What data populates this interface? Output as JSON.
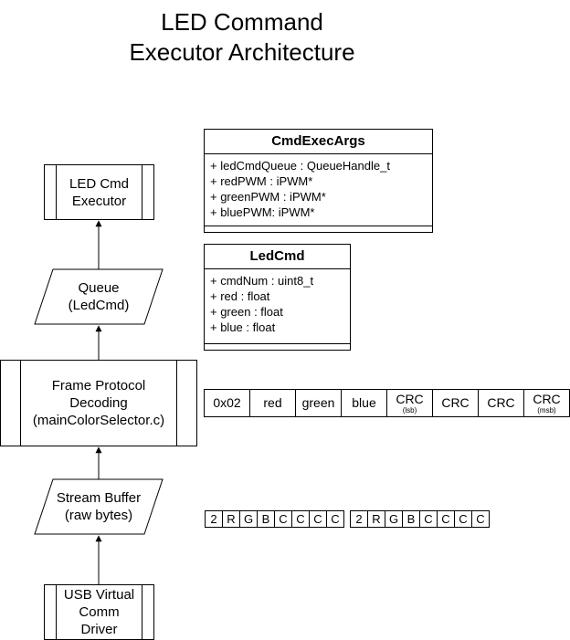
{
  "title": {
    "line1": "LED Command",
    "line2": "Executor Architecture"
  },
  "nodes": {
    "led_executor": {
      "line1": "LED Cmd",
      "line2": "Executor"
    },
    "queue": {
      "line1": "Queue",
      "line2": "(LedCmd)"
    },
    "frame_decoding": {
      "line1": "Frame Protocol",
      "line2": "Decoding",
      "line3": "(mainColorSelector.c)"
    },
    "stream_buffer": {
      "line1": "Stream Buffer",
      "line2": "(raw bytes)"
    },
    "usb_driver": {
      "line1": "USB Virtual",
      "line2": "Comm",
      "line3": "Driver"
    }
  },
  "classes": {
    "cmd_exec_args": {
      "name": "CmdExecArgs",
      "attributes": [
        "+ ledCmdQueue : QueueHandle_t",
        "+ redPWM  : iPWM*",
        "+ greenPWM : iPWM*",
        "+ bluePWM: iPWM*"
      ]
    },
    "led_cmd": {
      "name": "LedCmd",
      "attributes": [
        "+ cmdNum : uint8_t",
        "+ red : float",
        "+ green : float",
        "+ blue : float"
      ]
    }
  },
  "frame_fields": [
    {
      "label": "0x02",
      "sub": ""
    },
    {
      "label": "red",
      "sub": ""
    },
    {
      "label": "green",
      "sub": ""
    },
    {
      "label": "blue",
      "sub": ""
    },
    {
      "label": "CRC",
      "sub": "(lsb)"
    },
    {
      "label": "CRC",
      "sub": ""
    },
    {
      "label": "CRC",
      "sub": ""
    },
    {
      "label": "CRC",
      "sub": "(msb)"
    }
  ],
  "byte_stream": [
    "2",
    "R",
    "G",
    "B",
    "C",
    "C",
    "C",
    "C",
    "2",
    "R",
    "G",
    "B",
    "C",
    "C",
    "C",
    "C"
  ]
}
